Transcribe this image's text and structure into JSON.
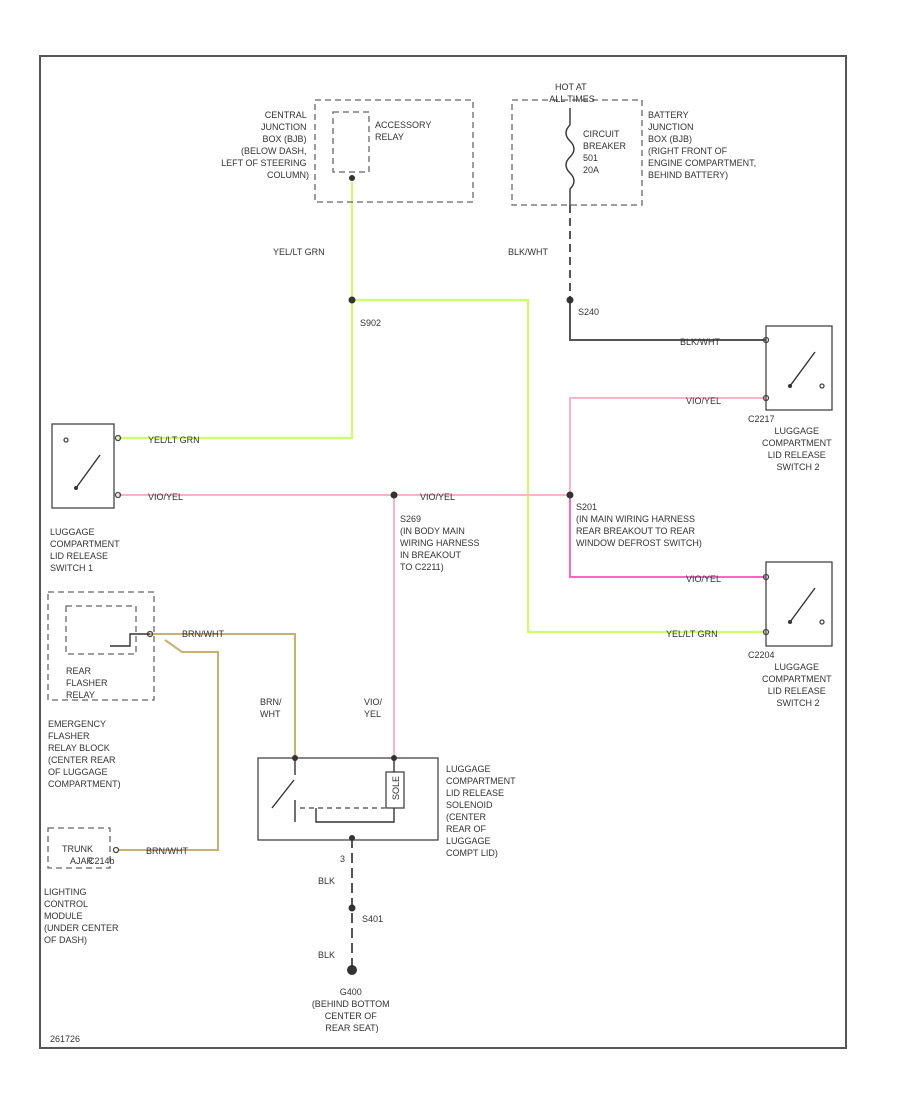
{
  "colors": {
    "yel_grn": "#ccff66",
    "vio_yel": "#ffb3c6",
    "vio_yel_strong": "#ff66c2",
    "blk_wht": "#555555",
    "brn_wht": "#c9b070",
    "blk": "#555555",
    "frame": "#555555"
  },
  "components": {
    "accessory_relay": {
      "location": [
        "CENTRAL",
        "JUNCTION",
        "BOX (BJB)",
        "(BELOW DASH,",
        "LEFT OF STEERING",
        "COLUMN)"
      ],
      "name": [
        "ACCESSORY",
        "RELAY"
      ]
    },
    "battery_jb": {
      "hot_at": [
        "HOT AT",
        "ALL TIMES"
      ],
      "breaker": [
        "CIRCUIT",
        "BREAKER",
        "501",
        "20A"
      ],
      "location": [
        "BATTERY",
        "JUNCTION",
        "BOX (BJB)",
        "(RIGHT FRONT OF",
        "ENGINE COMPARTMENT,",
        "BEHIND BATTERY)"
      ]
    },
    "switch1": {
      "name": [
        "LUGGAGE",
        "COMPARTMENT",
        "LID RELEASE",
        "SWITCH 1"
      ]
    },
    "switch2_top": {
      "connector": "C2217",
      "name": [
        "LUGGAGE",
        "COMPARTMENT",
        "LID RELEASE",
        "SWITCH 2"
      ]
    },
    "switch2_bottom": {
      "connector": "C2204",
      "name": [
        "LUGGAGE",
        "COMPARTMENT",
        "LID RELEASE",
        "SWITCH 2"
      ]
    },
    "flasher": {
      "name": [
        "REAR",
        "FLASHER",
        "RELAY"
      ],
      "location": [
        "EMERGENCY",
        "FLASHER",
        "RELAY BLOCK",
        "(CENTER REAR",
        "OF LUGGAGE",
        "COMPARTMENT)"
      ]
    },
    "lcm": {
      "name": [
        "TRUNK",
        "AJAR"
      ],
      "connector": "C214b",
      "location": [
        "LIGHTING",
        "CONTROL",
        "MODULE",
        "(UNDER CENTER",
        "OF DASH)"
      ]
    },
    "solenoid": {
      "name": [
        "LUGGAGE",
        "COMPARTMENT",
        "LID RELEASE",
        "SOLENOID",
        "(CENTER",
        "REAR OF",
        "LUGGAGE",
        "COMPT LID)"
      ],
      "inner_label": "SOLE"
    },
    "ground": {
      "name": [
        "G400",
        "(BEHIND BOTTOM",
        "CENTER OF",
        "REAR SEAT)"
      ]
    }
  },
  "splices": {
    "s902": "S902",
    "s240": "S240",
    "s269": [
      "S269",
      "(IN BODY MAIN",
      "WIRING HARNESS",
      "IN BREAKOUT",
      "TO C2211)"
    ],
    "s201": [
      "S201",
      "(IN MAIN WIRING HARNESS",
      "REAR BREAKOUT TO REAR",
      "WINDOW DEFROST SWITCH)"
    ],
    "s401": "S401"
  },
  "wires": {
    "yel_grn": "YEL/LT GRN",
    "blk_wht": "BLK/WHT",
    "vio_yel": "VIO/YEL",
    "brn_wht": "BRN/WHT",
    "brn_wht_split": [
      "BRN/",
      "WHT"
    ],
    "vio_yel_split": [
      "VIO/",
      "YEL"
    ],
    "blk": "BLK",
    "pin_3": "3"
  },
  "footer": {
    "code": "261726"
  }
}
